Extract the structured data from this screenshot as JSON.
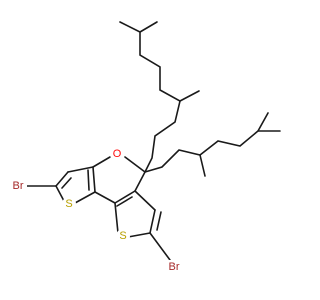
{
  "diagram": {
    "type": "chemical-structure",
    "atoms": {
      "oxygen": {
        "label": "O",
        "color": "#ff0d0d"
      },
      "sulfur_left": {
        "label": "S",
        "color": "#b8a000"
      },
      "sulfur_right": {
        "label": "S",
        "color": "#b8a000"
      },
      "bromine_left": {
        "label": "Br",
        "color": "#a62929"
      },
      "bromine_right": {
        "label": "Br",
        "color": "#a62929"
      }
    }
  }
}
